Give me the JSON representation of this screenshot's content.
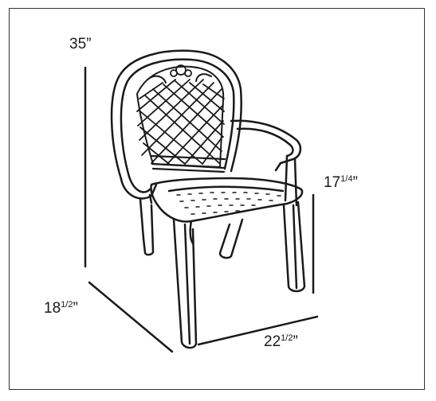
{
  "dimensions": {
    "height": {
      "main": "35",
      "frac": "",
      "unit": "”"
    },
    "seat_height": {
      "main": "17",
      "frac": "1/4",
      "unit": "”"
    },
    "depth": {
      "main": "18",
      "frac": "1/2",
      "unit": "”"
    },
    "width": {
      "main": "22",
      "frac": "1/2",
      "unit": "”"
    }
  },
  "colors": {
    "stroke": "#1a1a1a",
    "background": "#ffffff",
    "frame": "#333333"
  },
  "illustration": "chair-line-drawing"
}
